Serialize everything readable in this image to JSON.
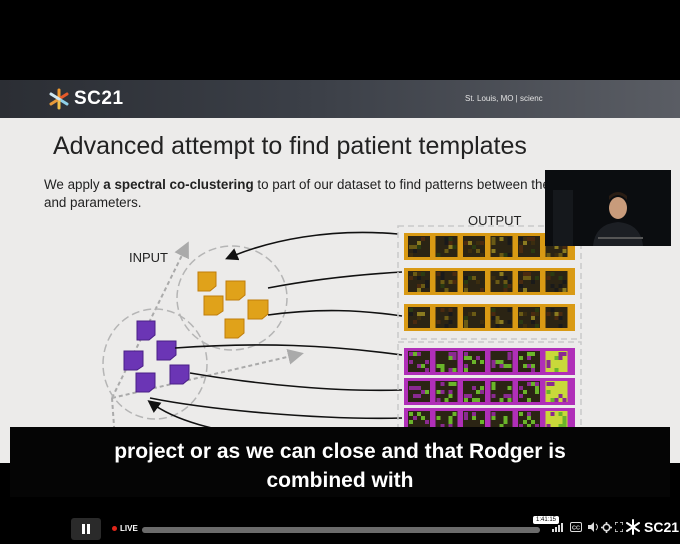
{
  "slide": {
    "banner": {
      "logo_text": "SC21",
      "location": "St. Louis, MO | scienc"
    },
    "title": "Advanced attempt to find patient templates",
    "body_prefix": "We apply ",
    "body_bold": "a spectral co-clustering",
    "body_suffix": " to part of our dataset to find patterns between the trajectories and parameters.",
    "diagram": {
      "input_label": "INPUT",
      "output_label": "OUTPUT",
      "cluster_colors": {
        "orange": "#e0a21a",
        "purple": "#6b35b5"
      },
      "strip_colors": {
        "orange": "#d99a14",
        "purple": "#b02fb8"
      }
    }
  },
  "caption": {
    "line1": "project or as we can close and that Rodger is",
    "line2": "combined with"
  },
  "player": {
    "live_label": "LIVE",
    "time_tooltip": "1:41:15",
    "brand_text": "SC21",
    "icons": [
      "pause-icon",
      "signal-icon",
      "cc-icon",
      "volume-icon",
      "settings-icon",
      "fullscreen-icon"
    ]
  }
}
